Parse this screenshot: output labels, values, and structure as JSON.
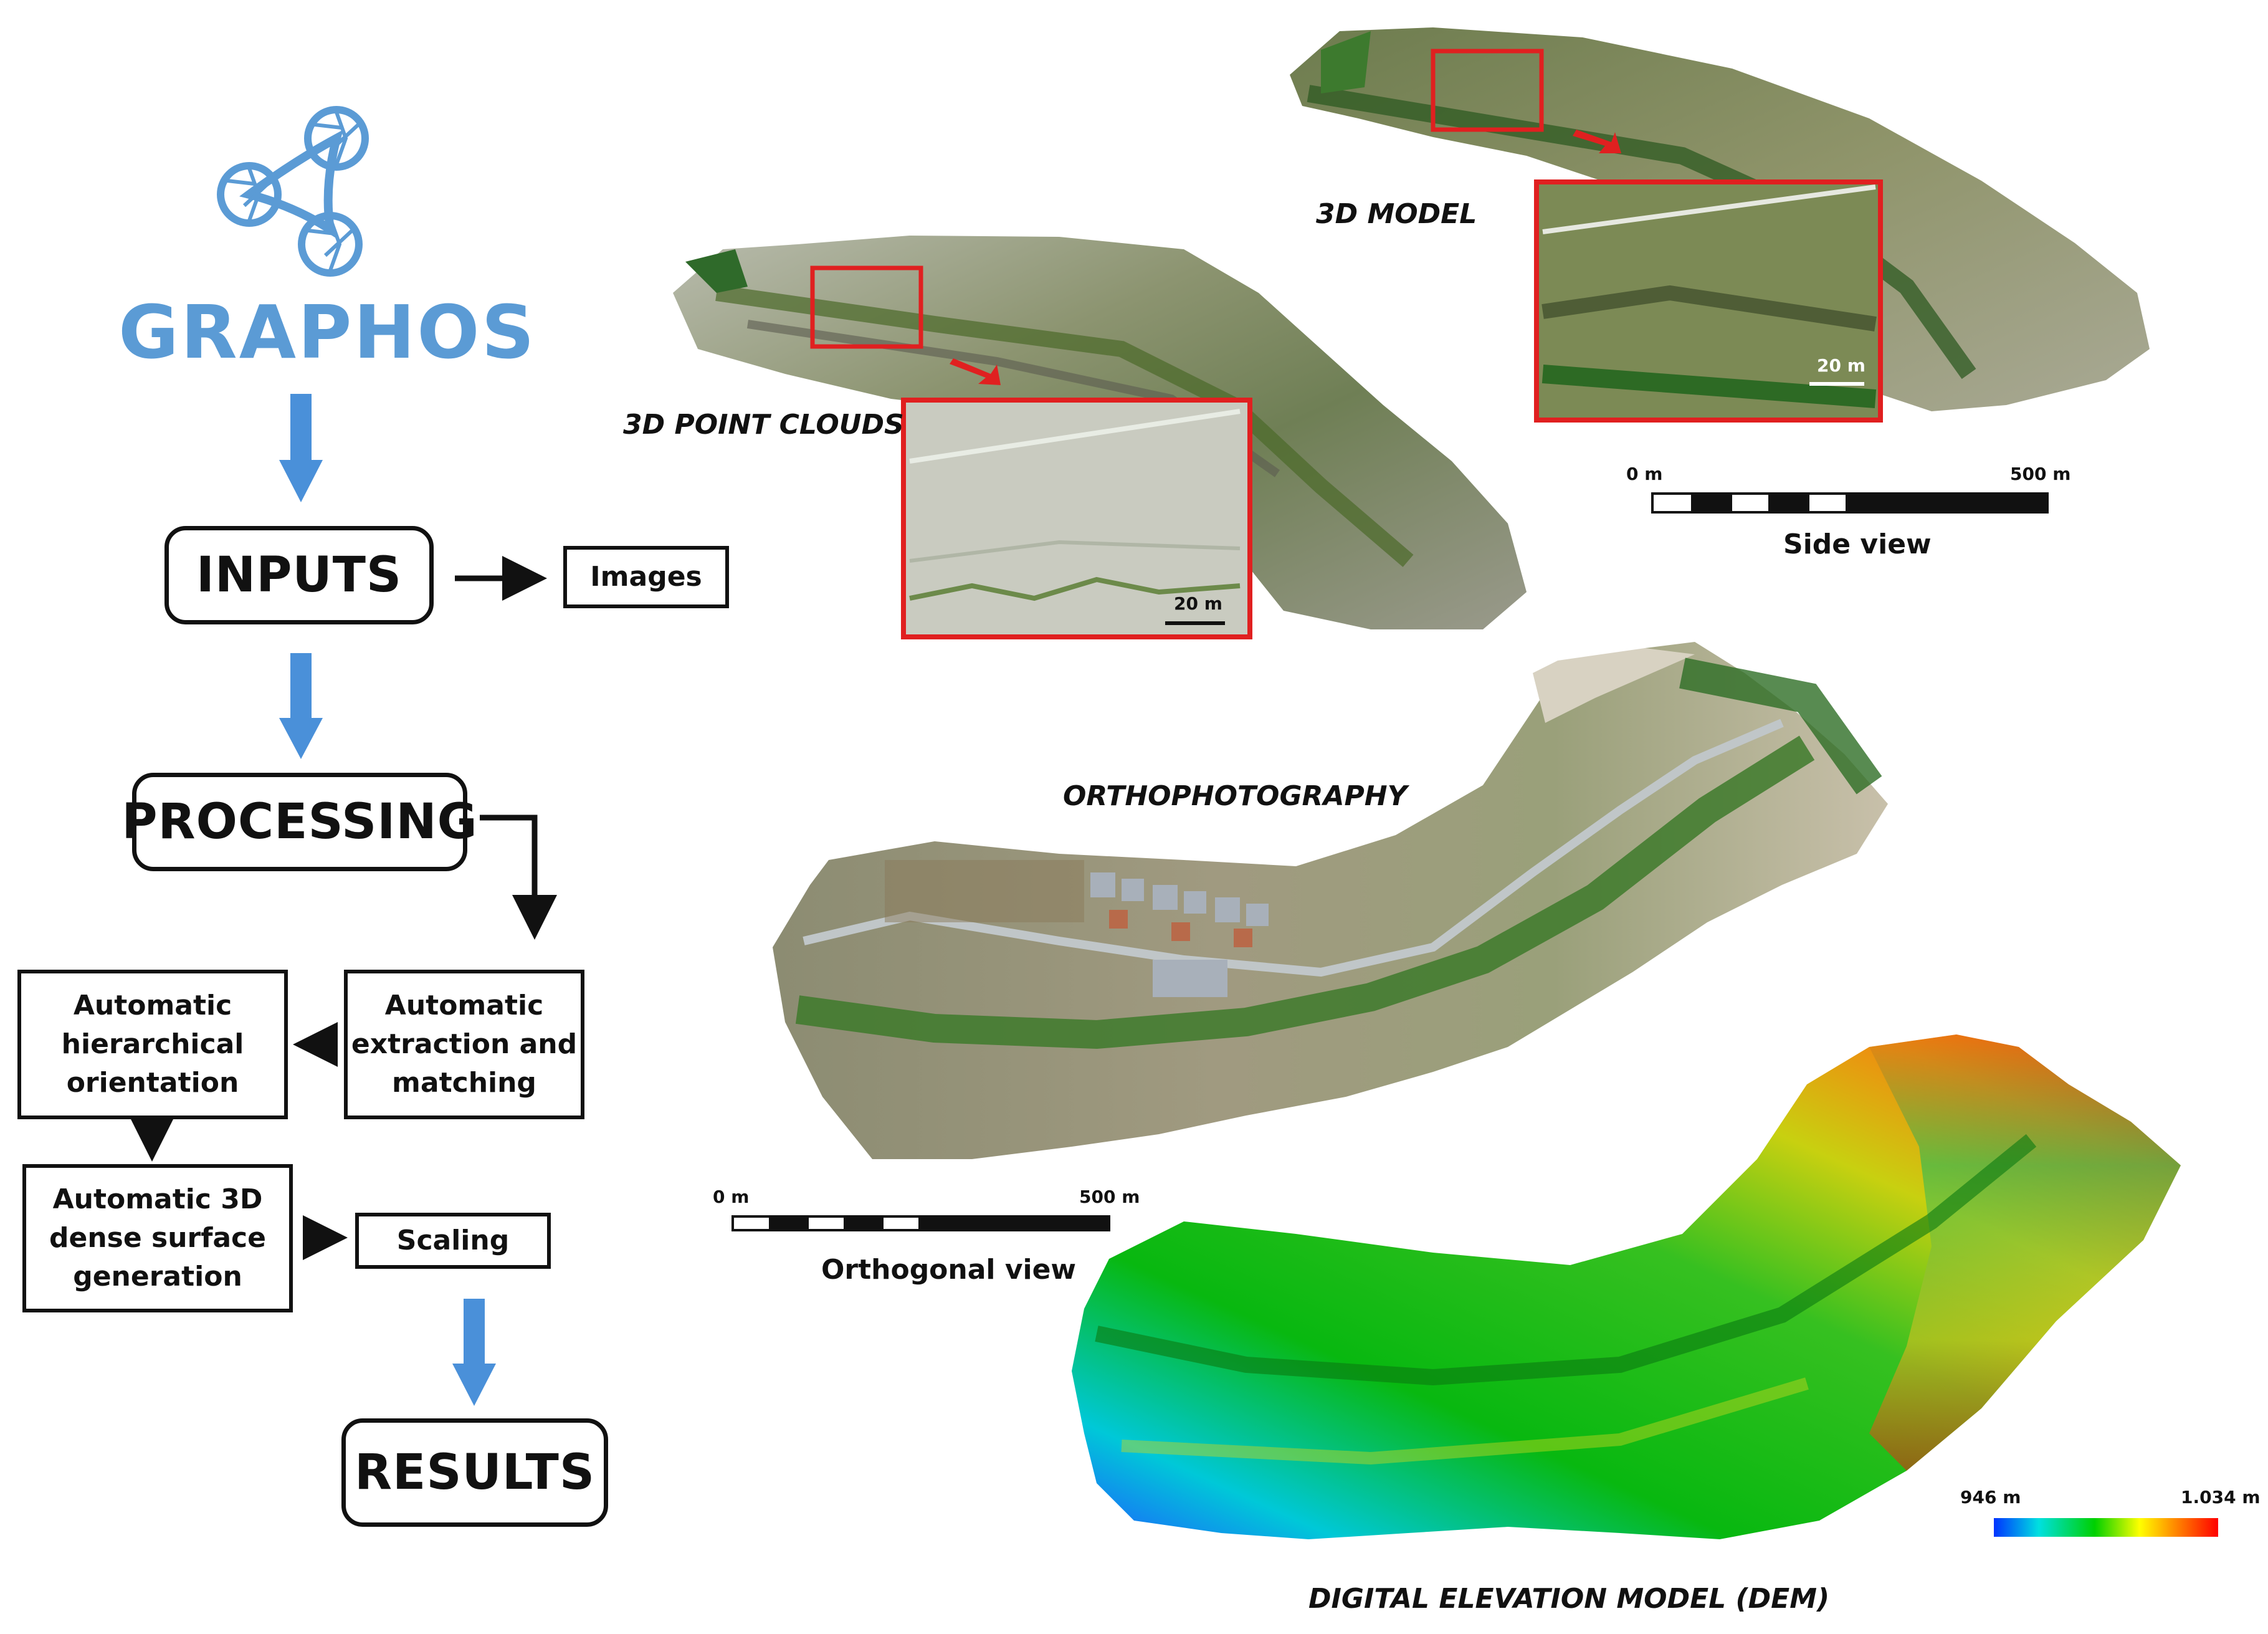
{
  "logo": {
    "name": "GRAPHOS",
    "icon": "triangle-shutter-logo-icon",
    "color": "#5b9bd5"
  },
  "flow": {
    "inputs": "INPUTS",
    "images": "Images",
    "processing": "PROCESSING",
    "extraction": [
      "Automatic",
      "extraction and",
      "matching"
    ],
    "orientation": [
      "Automatic",
      "hierarchical",
      "orientation"
    ],
    "dense": [
      "Automatic 3D",
      "dense surface",
      "generation"
    ],
    "scaling": "Scaling",
    "results": "RESULTS",
    "arrow_color": "#4a90d9"
  },
  "panels": {
    "point_clouds": {
      "label": "3D POINT CLOUDS",
      "inset_scale": "20 m"
    },
    "model": {
      "label": "3D MODEL",
      "inset_scale": "20 m"
    },
    "side_scale": {
      "start": "0 m",
      "end": "500 m",
      "caption": "Side view"
    },
    "ortho": {
      "label": "ORTHOPHOTOGRAPHY"
    },
    "ortho_scale": {
      "start": "0 m",
      "end": "500 m",
      "caption": "Orthogonal view"
    },
    "dem": {
      "label": "DIGITAL ELEVATION MODEL (DEM)",
      "min": "946 m",
      "max": "1.034 m",
      "gradient": [
        "#0033ff",
        "#00e0e0",
        "#00d000",
        "#ffff00",
        "#ff8000",
        "#ff0000"
      ]
    },
    "highlight_color": "#e02020"
  }
}
